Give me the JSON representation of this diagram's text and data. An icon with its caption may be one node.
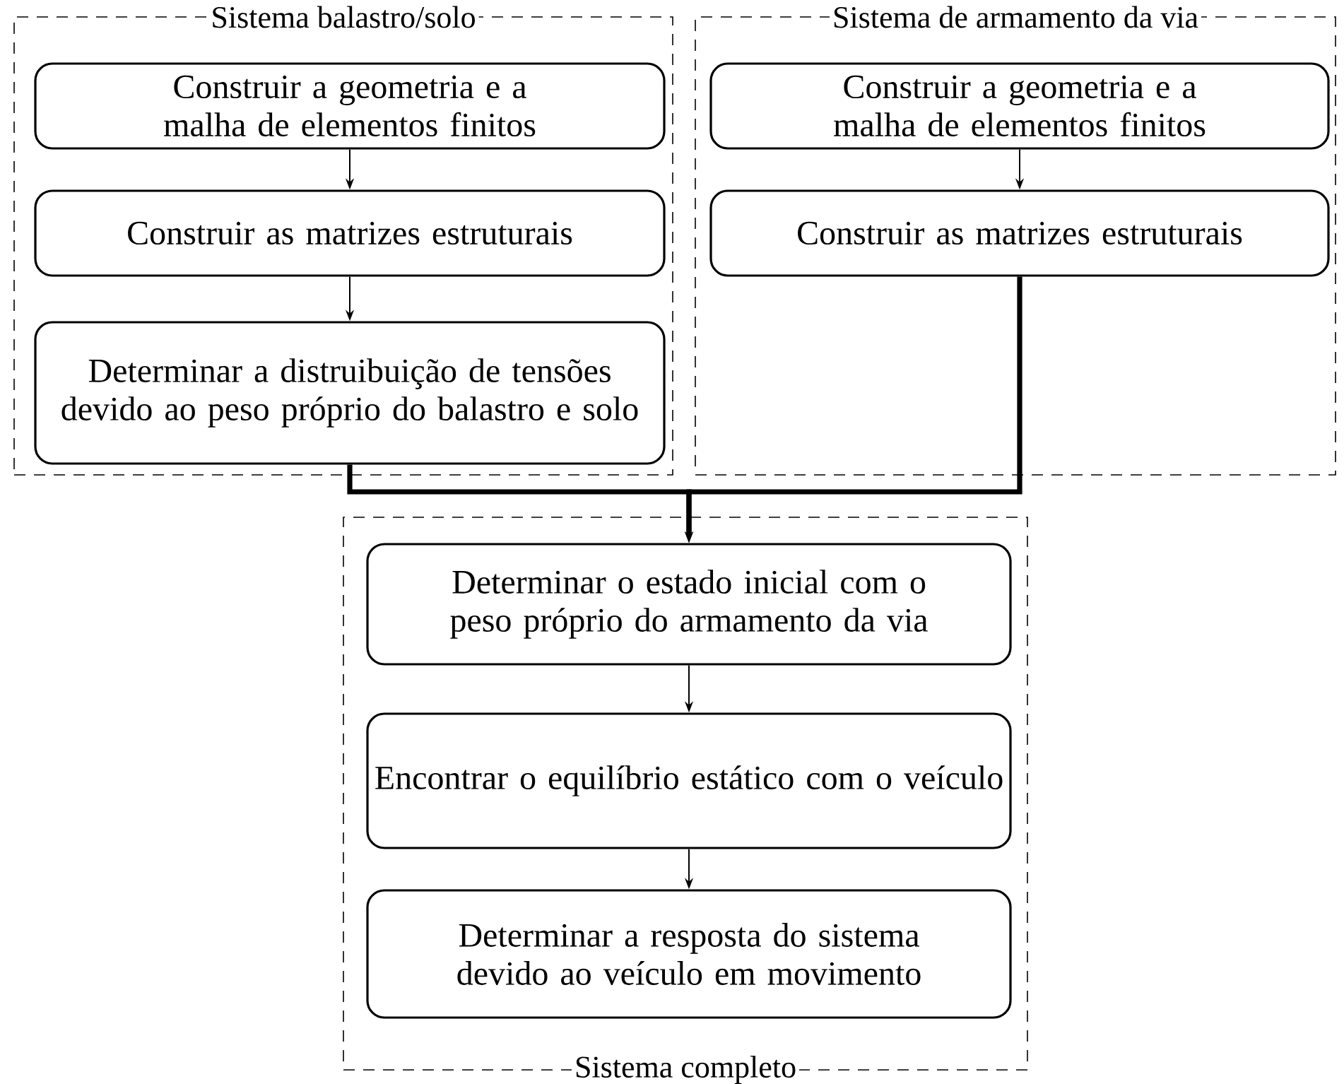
{
  "diagram": {
    "nodes": [
      {
        "text": [
          "Sistema balastro/solo"
        ]
      },
      {
        "text": [
          "Construir a geometria e a malha de elementos finitos"
        ],
        "in": 0
      },
      {
        "text": [
          "Construir as matrizes estruturais"
        ],
        "in": 0
      },
      {
        "text": [
          "Determinar a distruibuição de tensões devido ao peso próprio do balastro e solo"
        ],
        "in": 0
      },
      {
        "text": [
          "Sistema de armamento da via"
        ]
      },
      {
        "text": [
          "Construir a geometria e a malha de elementos finitos"
        ],
        "in": 4
      },
      {
        "text": [
          "Construir as matrizes estruturais"
        ],
        "in": 4
      },
      {
        "text": [
          "Sistema completo"
        ]
      },
      {
        "text": [
          "Determinar o estado inicial com o peso próprio do armamento da via"
        ],
        "in": 7
      },
      {
        "text": [
          "Encontrar o equilíbrio estático com o veículo"
        ],
        "in": 7
      },
      {
        "text": [
          "Determinar a resposta do sistema devido ao veículo em movimento"
        ],
        "in": 7
      }
    ],
    "edges": [
      {
        "from": 1,
        "to": 2,
        "arrow": "to"
      },
      {
        "from": 2,
        "to": 3,
        "arrow": "to"
      },
      {
        "from": 5,
        "to": 6,
        "arrow": "to"
      },
      {
        "from": 3,
        "to": 8,
        "arrow": "to",
        "style": "thick"
      },
      {
        "from": 6,
        "to": 8,
        "arrow": "to",
        "style": "thick"
      },
      {
        "from": 8,
        "to": 9,
        "arrow": "to"
      },
      {
        "from": 9,
        "to": 10,
        "arrow": "to"
      }
    ]
  }
}
